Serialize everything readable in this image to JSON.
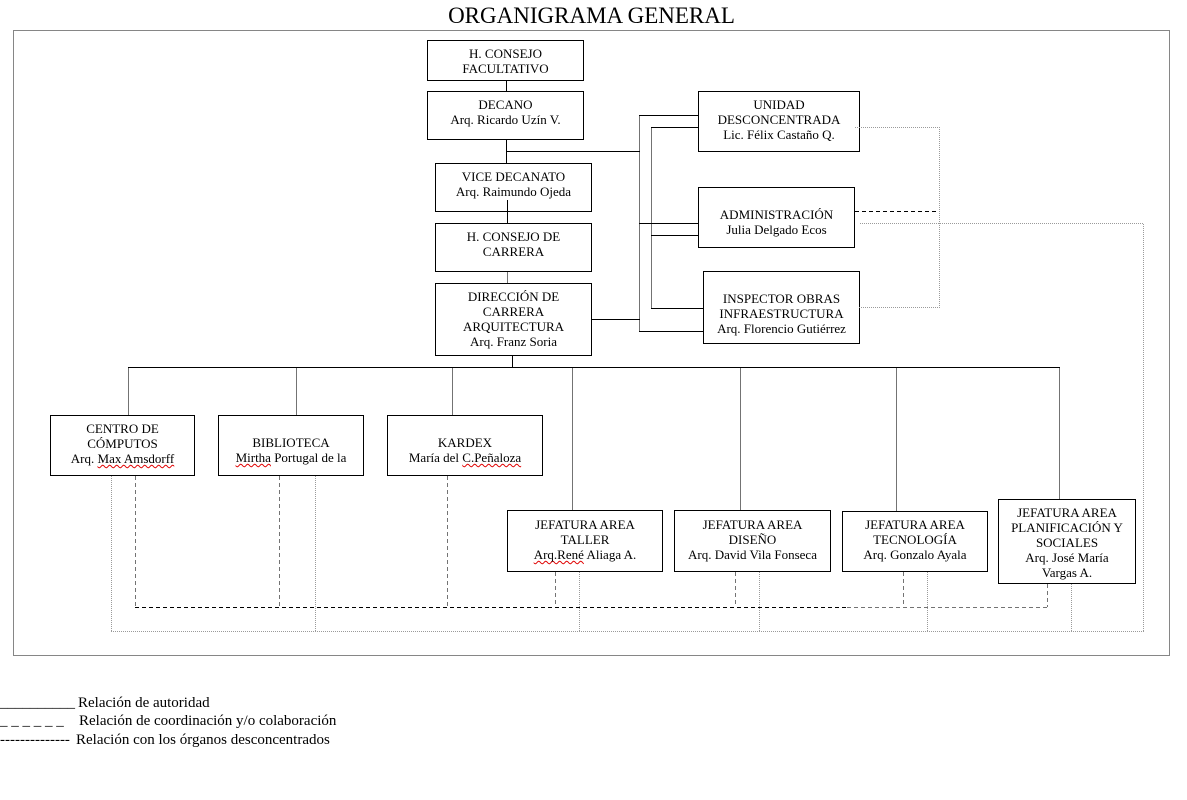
{
  "title": "ORGANIGRAMA GENERAL",
  "units": {
    "consejo_facultativo": {
      "lines": [
        "H. CONSEJO",
        "FACULTATIVO"
      ]
    },
    "decano": {
      "lines": [
        "DECANO",
        "Arq. Ricardo Uzín V."
      ]
    },
    "vice_decanato": {
      "lines": [
        "VICE DECANATO",
        "Arq. Raimundo Ojeda"
      ]
    },
    "consejo_carrera": {
      "lines": [
        "H. CONSEJO DE",
        "CARRERA"
      ]
    },
    "direccion_carrera": {
      "lines": [
        "DIRECCIÓN DE",
        "CARRERA",
        "ARQUITECTURA",
        "Arq. Franz Soria"
      ]
    },
    "unidad_desconcentrada": {
      "lines": [
        "UNIDAD",
        "DESCONCENTRADA",
        "Lic. Félix Castaño Q."
      ]
    },
    "administracion": {
      "lines": [
        "ADMINISTRACIÓN",
        "Julia Delgado Ecos"
      ]
    },
    "inspector_obras": {
      "lines": [
        "INSPECTOR OBRAS",
        "INFRAESTRUCTURA",
        "Arq. Florencio Gutiérrez"
      ]
    },
    "centro_computos": {
      "lines": [
        "CENTRO DE",
        "CÓMPUTOS",
        "Arq. Max Amsdorff"
      ],
      "spellcheck_flagged": [
        "Max Amsdorff"
      ]
    },
    "biblioteca": {
      "lines": [
        "BIBLIOTECA",
        "Mirtha Portugal de la"
      ],
      "spellcheck_flagged": [
        "Mirtha"
      ]
    },
    "kardex": {
      "lines": [
        "KARDEX",
        "María del C.Peñaloza"
      ],
      "spellcheck_flagged": [
        "C.Peñaloza"
      ]
    },
    "jefatura_taller": {
      "lines": [
        "JEFATURA AREA",
        "TALLER",
        "Arq.René Aliaga A."
      ],
      "spellcheck_flagged": [
        "Arq.René"
      ]
    },
    "jefatura_diseno": {
      "lines": [
        "JEFATURA AREA",
        "DISEÑO",
        "Arq. David Vila Fonseca"
      ]
    },
    "jefatura_tecnologia": {
      "lines": [
        "JEFATURA AREA",
        "TECNOLOGÍA",
        "Arq. Gonzalo Ayala"
      ]
    },
    "jefatura_planificacion": {
      "lines": [
        "JEFATURA AREA",
        "PLANIFICACIÓN Y",
        "SOCIALES",
        "Arq. José María",
        "Vargas A."
      ]
    }
  },
  "relations": {
    "authority": [
      {
        "from": "consejo_facultativo",
        "to": [
          "decano"
        ]
      },
      {
        "from": "decano",
        "to": [
          "vice_decanato",
          "unidad_desconcentrada",
          "administracion",
          "inspector_obras"
        ]
      },
      {
        "from": "vice_decanato",
        "to": [
          "consejo_carrera"
        ]
      },
      {
        "from": "consejo_carrera",
        "to": [
          "direccion_carrera"
        ]
      },
      {
        "from": "direccion_carrera",
        "to": [
          "unidad_desconcentrada",
          "administracion",
          "inspector_obras",
          "centro_computos",
          "biblioteca",
          "kardex",
          "jefatura_taller",
          "jefatura_diseno",
          "jefatura_tecnologia",
          "jefatura_planificacion"
        ]
      }
    ],
    "coordination": [
      {
        "members": [
          "centro_computos",
          "biblioteca",
          "kardex",
          "jefatura_taller",
          "jefatura_diseno",
          "jefatura_tecnologia",
          "jefatura_planificacion"
        ]
      },
      {
        "members": [
          "administracion",
          "unidad_desconcentrada",
          "inspector_obras"
        ]
      }
    ],
    "deconcentrated": [
      {
        "members": [
          "unidad_desconcentrada",
          "inspector_obras"
        ]
      },
      {
        "members": [
          "administracion",
          "centro_computos",
          "biblioteca",
          "jefatura_taller",
          "jefatura_diseno",
          "jefatura_tecnologia",
          "jefatura_planificacion"
        ]
      }
    ]
  },
  "legend": [
    {
      "type": "authority",
      "symbol": "__________",
      "label": "Relación de autoridad",
      "line_style": "solid",
      "line_color": "#000000"
    },
    {
      "type": "coordination",
      "symbol": "_ _ _ _ _ _",
      "label": "Relación de coordinación y/o colaboración",
      "line_style": "dashed",
      "line_color": "#000000"
    },
    {
      "type": "deconcentrated",
      "symbol": "--------------",
      "label": "Relación con los órganos desconcentrados",
      "line_style": "dotted",
      "line_color": "#9a9a9a"
    }
  ]
}
